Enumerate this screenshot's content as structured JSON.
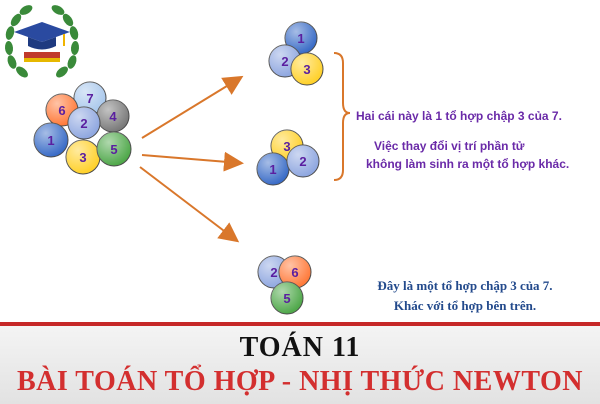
{
  "clusters": {
    "source": [
      {
        "label": "7",
        "color": "#a9c8ec"
      },
      {
        "label": "6",
        "color": "#ff7a3a"
      },
      {
        "label": "4",
        "color": "#7a7a7a"
      },
      {
        "label": "2",
        "color": "#8fa7e0"
      },
      {
        "label": "1",
        "color": "#3a6cc7"
      },
      {
        "label": "3",
        "color": "#ffd12a"
      },
      {
        "label": "5",
        "color": "#4fa84a"
      }
    ],
    "combo_a": [
      {
        "label": "1",
        "color": "#3a6cc7"
      },
      {
        "label": "2",
        "color": "#8fa7e0"
      },
      {
        "label": "3",
        "color": "#ffd12a"
      }
    ],
    "combo_b": [
      {
        "label": "3",
        "color": "#ffd12a"
      },
      {
        "label": "1",
        "color": "#3a6cc7"
      },
      {
        "label": "2",
        "color": "#8fa7e0"
      }
    ],
    "combo_c": [
      {
        "label": "2",
        "color": "#8fa7e0"
      },
      {
        "label": "6",
        "color": "#ff7a3a"
      },
      {
        "label": "5",
        "color": "#4fa84a"
      }
    ]
  },
  "notes": {
    "same_combination": "Hai cái này là 1 tổ hợp chập 3 của 7.",
    "position_change_line1": "Việc thay đổi vị trí phần tử",
    "position_change_line2": "không làm sinh ra một tổ hợp khác.",
    "different_line1": "Đây là một tổ hợp chập 3 của 7.",
    "different_line2": "Khác với tổ hợp bên trên."
  },
  "footer": {
    "title": "TOÁN 11",
    "subtitle": "BÀI TOÁN TỔ HỢP - NHỊ THỨC NEWTON"
  },
  "colors": {
    "arrow": "#d9772b",
    "bracket": "#d9772b",
    "ball_label": "#5a1fa0",
    "accent_red": "#d32f2f",
    "laurel": "#3a8a3a",
    "cap": "#2a4aa0"
  },
  "icons": {
    "logo": "graduation-cap-laurel-logo"
  }
}
